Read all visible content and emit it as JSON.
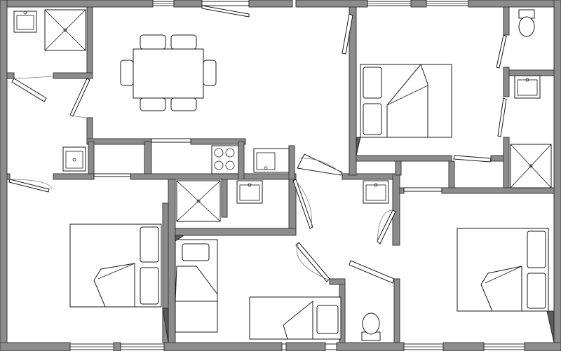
{
  "floor_plan": {
    "fixtures": {
      "dining": {
        "table": "dining-table",
        "chairs": 6
      },
      "hob": {
        "burners": 4
      }
    },
    "icons": {
      "sink": "sink-icon",
      "shower": "shower-tray-icon",
      "toilet": "toilet-icon",
      "bed": "bed-icon",
      "hob": "hob-icon",
      "chair": "chair-icon"
    },
    "colors": {
      "wall": "#8c8c8c",
      "wall_outline": "#3a3a3a",
      "fixture_stroke": "#1a1a1a",
      "background": "#ffffff"
    }
  }
}
